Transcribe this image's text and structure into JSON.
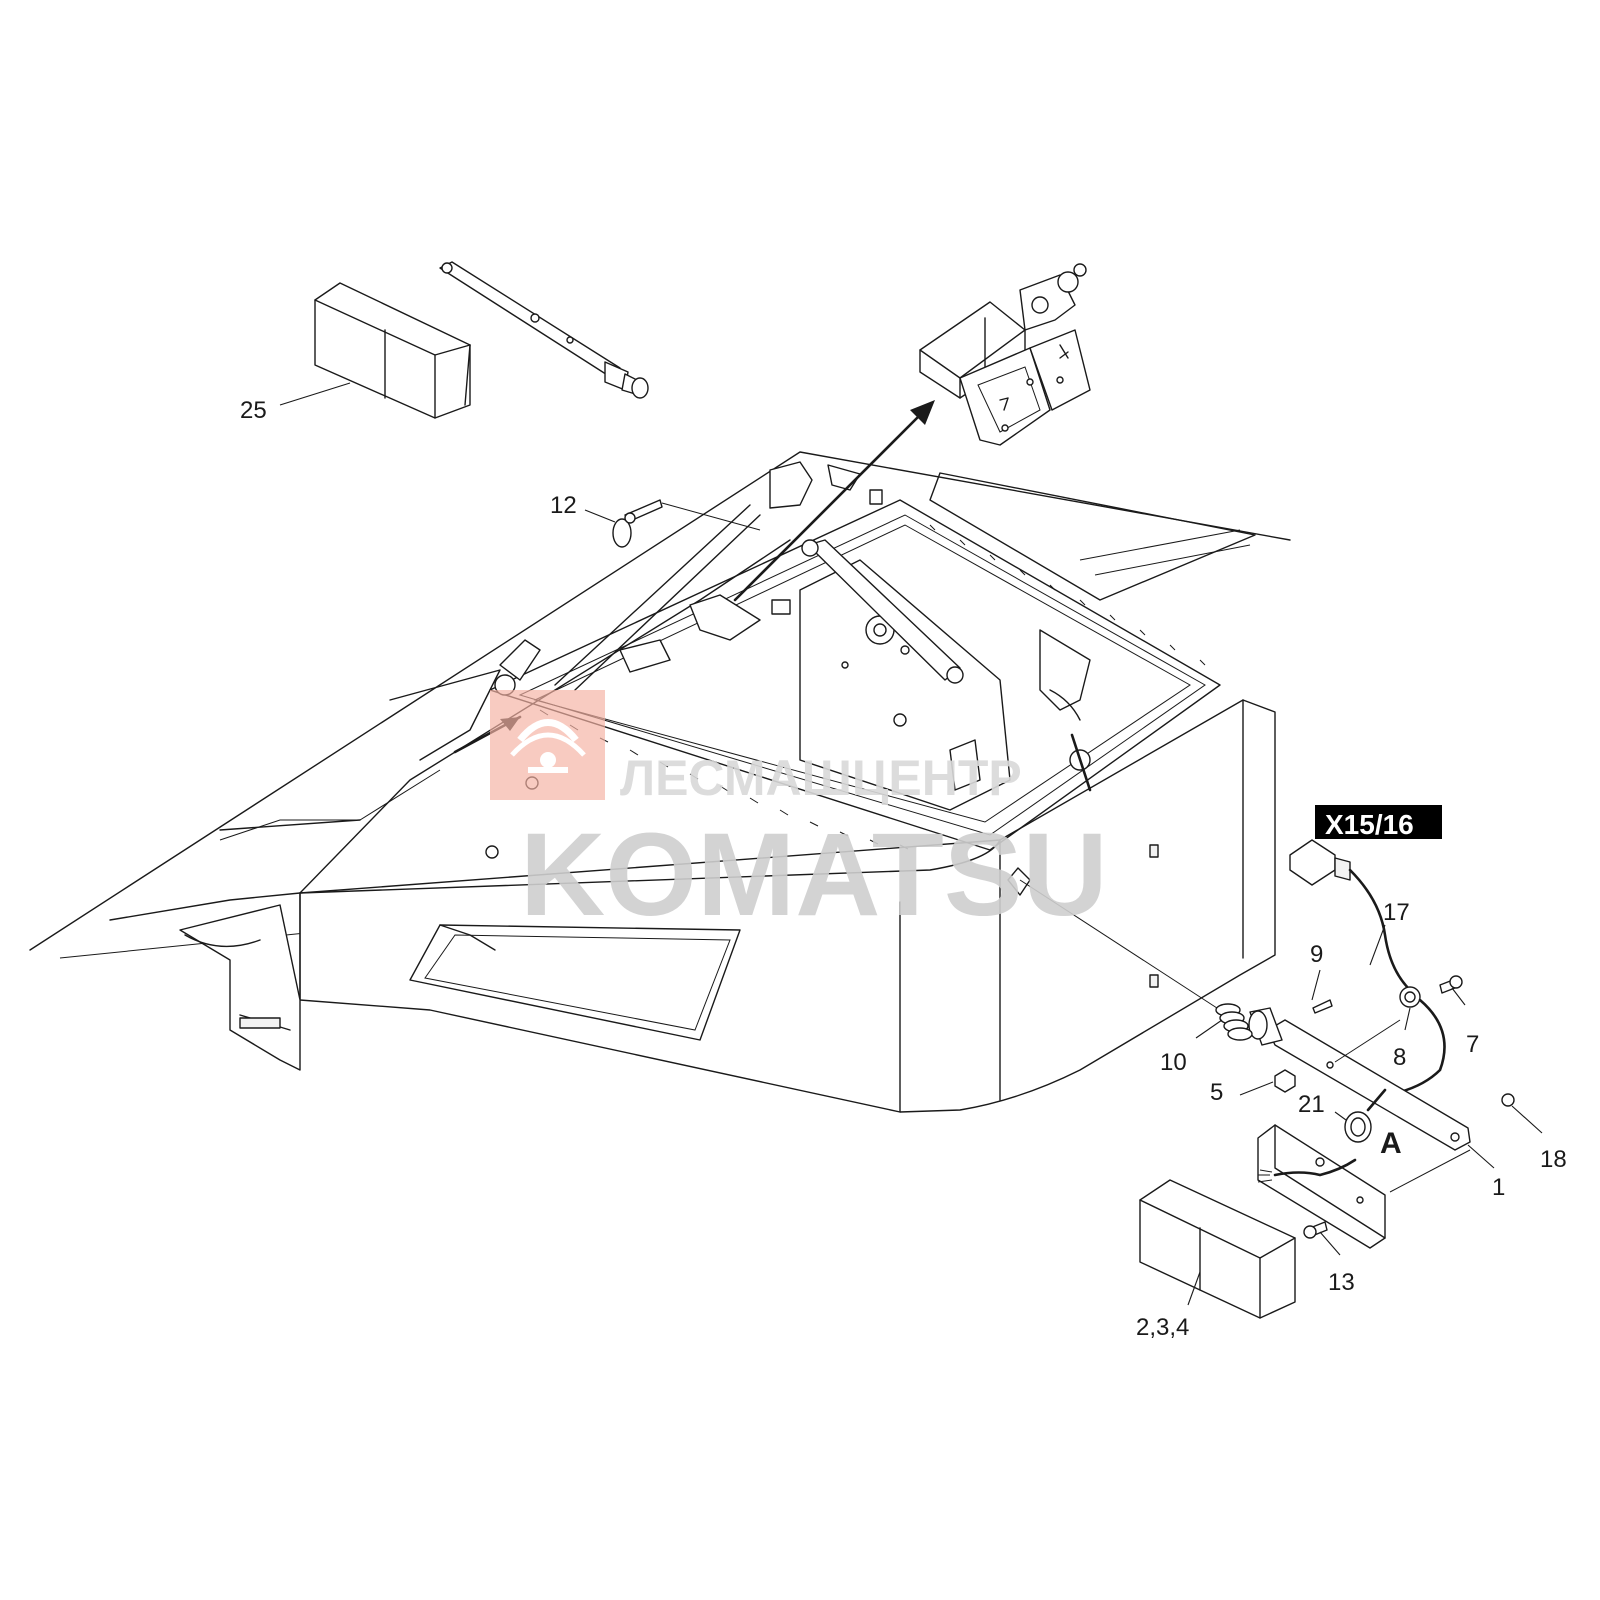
{
  "watermark": {
    "company": "ЛЕСМАШЦЕНТР",
    "brand": "KOMATSU",
    "logo_color": "#f4a08e",
    "brand_color": "#cfcfcf"
  },
  "connector_label": "X15/16",
  "detail_label": "A",
  "callouts": {
    "c25": "25",
    "c12": "12",
    "c17": "17",
    "c9": "9",
    "c7": "7",
    "c8": "8",
    "c10": "10",
    "c5": "5",
    "c21": "21",
    "c18": "18",
    "c1": "1",
    "c13": "13",
    "c234": "2,3,4"
  }
}
